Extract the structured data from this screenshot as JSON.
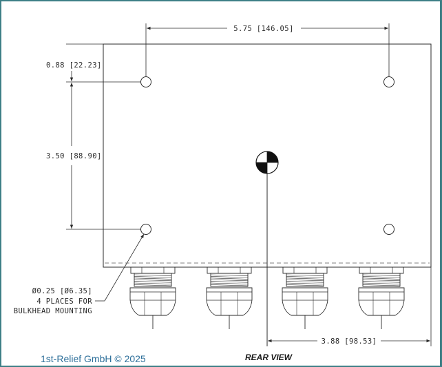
{
  "dimensions": {
    "hole_spacing_horizontal": "5.75 [146.05]",
    "edge_to_hole_top": "0.88 [22.23]",
    "hole_spacing_vertical": "3.50 [88.90]",
    "center_offset": "3.88 [98.53]"
  },
  "hole_note": {
    "line1": "Ø0.25 [Ø6.35]",
    "line2": "4 PLACES FOR",
    "line3": "BULKHEAD MOUNTING"
  },
  "view_title": "REAR VIEW",
  "copyright": "1st-Relief GmbH © 2025",
  "colors": {
    "frame": "#3e7f86",
    "copyright": "#2d6f9a",
    "line": "#2a2a2a"
  }
}
